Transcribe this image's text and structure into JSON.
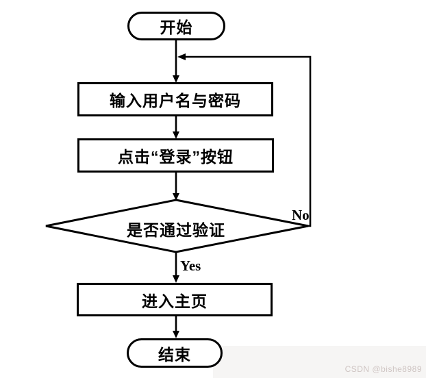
{
  "diagram": {
    "type": "flowchart",
    "nodes": [
      {
        "id": "start",
        "shape": "terminator",
        "label": "开始"
      },
      {
        "id": "input-credentials",
        "shape": "process",
        "label": "输入用户名与密码"
      },
      {
        "id": "click-login",
        "shape": "process",
        "label": "点击“登录”按钮"
      },
      {
        "id": "verify-check",
        "shape": "decision",
        "label": "是否通过验证"
      },
      {
        "id": "enter-home",
        "shape": "process",
        "label": "进入主页"
      },
      {
        "id": "end",
        "shape": "terminator",
        "label": "结束"
      }
    ],
    "edges": [
      {
        "from": "start",
        "to": "input-credentials",
        "label": ""
      },
      {
        "from": "input-credentials",
        "to": "click-login",
        "label": ""
      },
      {
        "from": "click-login",
        "to": "verify-check",
        "label": ""
      },
      {
        "from": "verify-check",
        "to": "enter-home",
        "label": "Yes"
      },
      {
        "from": "enter-home",
        "to": "end",
        "label": ""
      },
      {
        "from": "verify-check",
        "to": "input-credentials",
        "label": "No",
        "route": "right-up-left-loopback"
      }
    ],
    "edge_labels": {
      "yes": "Yes",
      "no": "No"
    }
  },
  "watermark": {
    "text": "CSDN @bishe8989"
  },
  "colors": {
    "stroke": "#000000",
    "node_fill": "#ffffff",
    "background": "#ffffff",
    "watermark_text": "#cfc5c3",
    "watermark_patch": "#f6f5f4"
  }
}
